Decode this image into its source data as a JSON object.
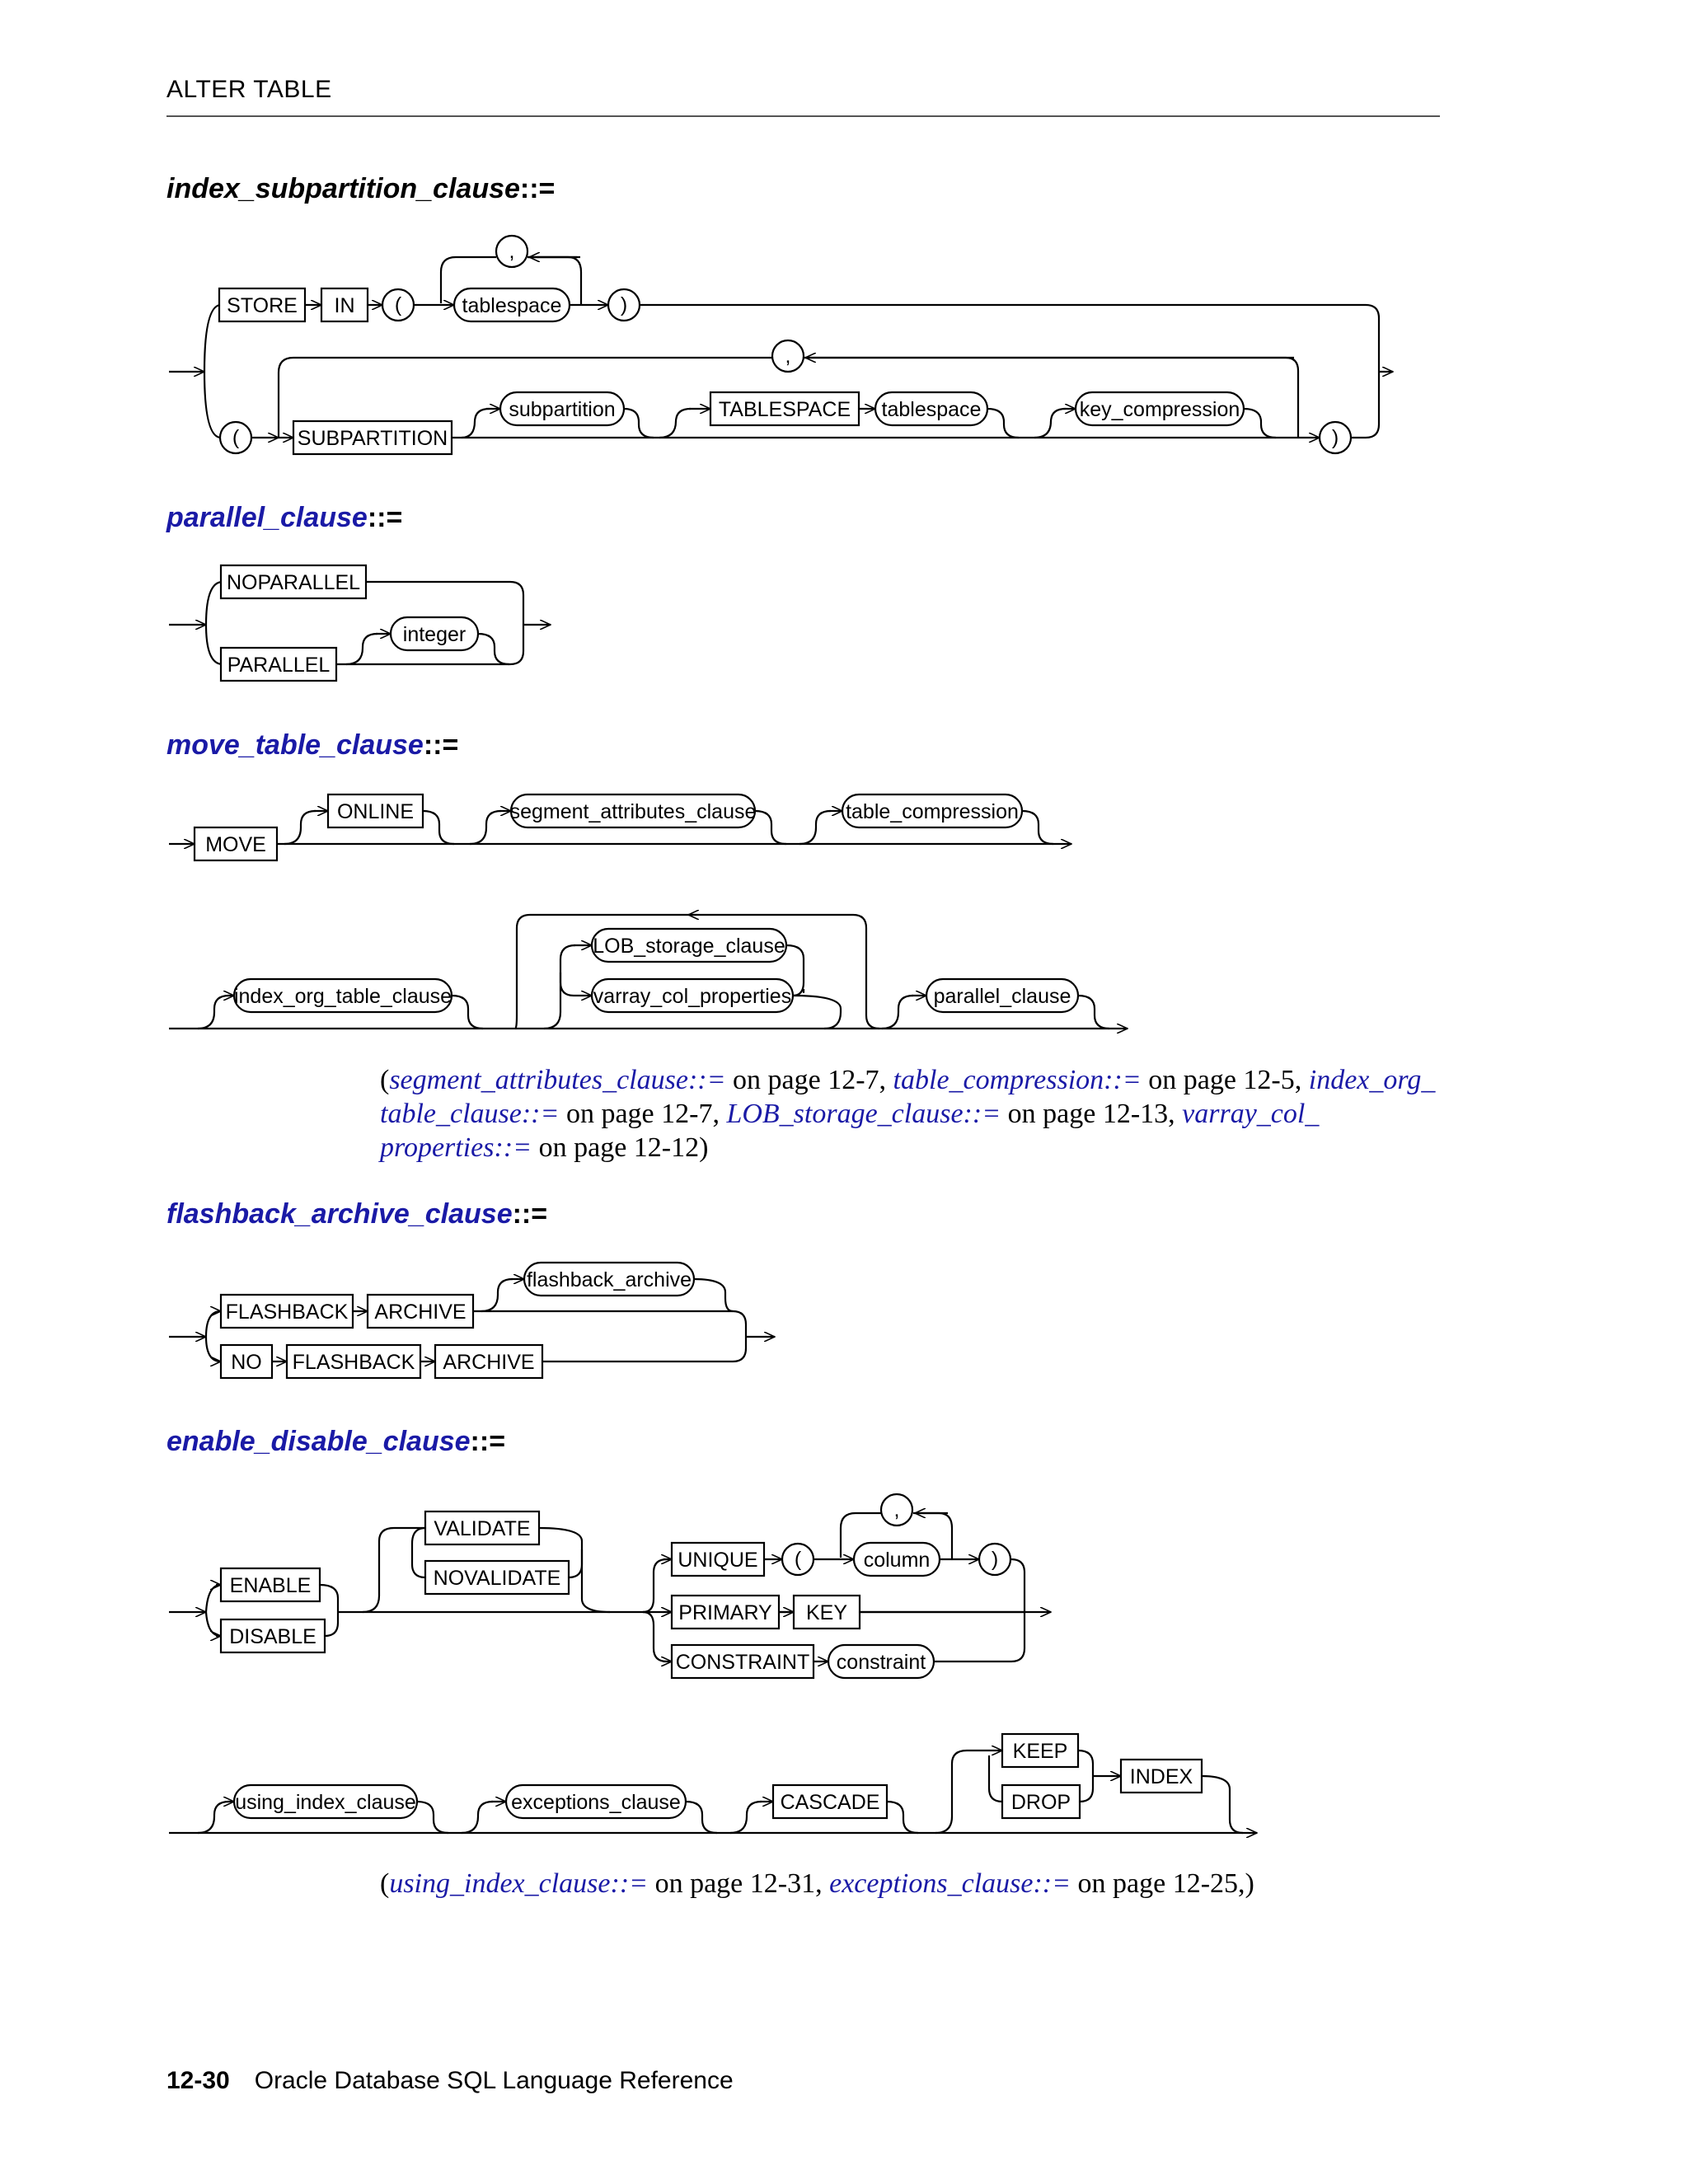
{
  "header": {
    "title": "ALTER TABLE"
  },
  "sections": {
    "index_subpartition": {
      "name": "index_subpartition_clause",
      "sep": "::="
    },
    "parallel": {
      "name": "parallel_clause",
      "sep": "::="
    },
    "move_table": {
      "name": "move_table_clause",
      "sep": "::="
    },
    "flashback": {
      "name": "flashback_archive_clause",
      "sep": "::="
    },
    "enable_disable": {
      "name": "enable_disable_clause",
      "sep": "::="
    }
  },
  "diagram_labels": {
    "store": "STORE",
    "in": "IN",
    "lparen": "(",
    "rparen": ")",
    "comma": ",",
    "tablespace": "tablespace",
    "subpartition_kw": "SUBPARTITION",
    "subpartition": "subpartition",
    "tablespace_kw": "TABLESPACE",
    "key_compression": "key_compression",
    "noparallel": "NOPARALLEL",
    "parallel": "PARALLEL",
    "integer": "integer",
    "move": "MOVE",
    "online": "ONLINE",
    "segment_attributes_clause": "segment_attributes_clause",
    "table_compression": "table_compression",
    "index_org_table_clause": "index_org_table_clause",
    "lob_storage_clause": "LOB_storage_clause",
    "varray_col_properties": "varray_col_properties",
    "parallel_clause": "parallel_clause",
    "flashback_kw": "FLASHBACK",
    "archive_kw": "ARCHIVE",
    "no_kw": "NO",
    "flashback_archive": "flashback_archive",
    "enable": "ENABLE",
    "disable": "DISABLE",
    "validate": "VALIDATE",
    "novalidate": "NOVALIDATE",
    "unique": "UNIQUE",
    "column": "column",
    "primary": "PRIMARY",
    "key": "KEY",
    "constraint_kw": "CONSTRAINT",
    "constraint": "constraint",
    "using_index_clause": "using_index_clause",
    "exceptions_clause": "exceptions_clause",
    "cascade": "CASCADE",
    "keep": "KEEP",
    "drop": "DROP",
    "index": "INDEX"
  },
  "refs1": {
    "open": "(",
    "l1": "segment_attributes_clause::=",
    "t1": " on page 12-7, ",
    "l2": "table_compression::=",
    "t2": " on page 12-5, ",
    "l3": "index_org_",
    "l3b": "table_clause::=",
    "t3": " on page 12-7, ",
    "l4": "LOB_storage_clause::=",
    "t4": " on page 12-13, ",
    "l5": "varray_col_",
    "l5b": "properties::=",
    "t5": " on page 12-12)"
  },
  "refs2": {
    "open": "(",
    "l1": "using_index_clause::=",
    "t1": " on page 12-31, ",
    "l2": "exceptions_clause::=",
    "t2": " on page 12-25,)"
  },
  "footer": {
    "page": "12-30",
    "title": "Oracle Database SQL Language Reference"
  }
}
